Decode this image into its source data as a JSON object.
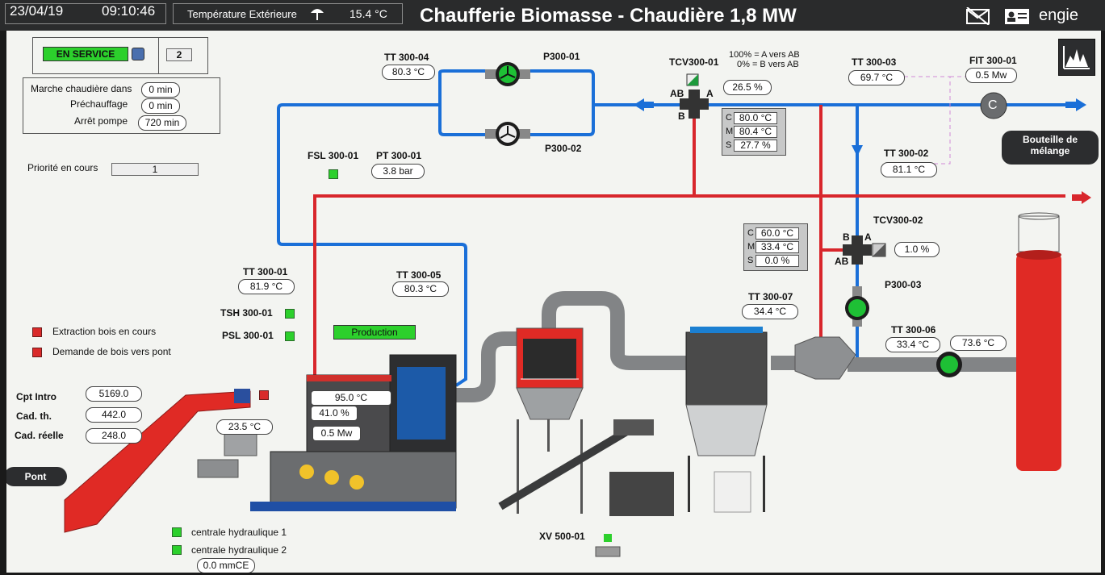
{
  "header": {
    "date": "23/04/19",
    "time": "09:10:46",
    "outdoor_label": "Température Extérieure",
    "outdoor_temp": "15.4 °C",
    "title": "Chaufferie Biomasse - Chaudière 1,8 MW",
    "user": "engie"
  },
  "status": {
    "state": "EN SERVICE",
    "count": "2",
    "rows": [
      {
        "label": "Marche chaudière dans",
        "value": "0 min"
      },
      {
        "label": "Préchauffage",
        "value": "0 min"
      },
      {
        "label": "Arrêt pompe",
        "value": "720 min"
      }
    ],
    "priority_label": "Priorité en cours",
    "priority_value": "1"
  },
  "left_panel": {
    "alarms": [
      "Extraction bois en cours",
      "Demande de bois vers pont"
    ],
    "counters": [
      {
        "label": "Cpt Intro",
        "value": "5169.0"
      },
      {
        "label": "Cad. th.",
        "value": "442.0"
      },
      {
        "label": "Cad. réelle",
        "value": "248.0"
      }
    ],
    "pont_label": "Pont",
    "hydraulics": [
      "centrale hydraulique 1",
      "centrale hydraulique 2"
    ],
    "mmce": "0.0 mmCE"
  },
  "sensors": {
    "tt300_04": {
      "label": "TT 300-04",
      "value": "80.3 °C"
    },
    "p300_01": "P300-01",
    "p300_02": "P300-02",
    "tcv300_01": {
      "label": "TCV300-01",
      "value": "26.5 %",
      "legend_a": "100% = A vers AB",
      "legend_b": "0% = B vers AB"
    },
    "tt300_03": {
      "label": "TT 300-03",
      "value": "69.7 °C"
    },
    "fit300_01": {
      "label": "FIT 300-01",
      "value": "0.5 Mw"
    },
    "fsl300_01": "FSL 300-01",
    "pt300_01": {
      "label": "PT 300-01",
      "value": "3.8 bar"
    },
    "tt300_02": {
      "label": "TT 300-02",
      "value": "81.1 °C"
    },
    "tcv300_02": {
      "label": "TCV300-02",
      "value": "1.0 %"
    },
    "tt300_01": {
      "label": "TT 300-01",
      "value": "81.9 °C"
    },
    "tt300_05": {
      "label": "TT 300-05",
      "value": "80.3 °C"
    },
    "tsh300_01": "TSH 300-01",
    "psl300_01": "PSL 300-01",
    "p300_03": "P300-03",
    "tt300_07": {
      "label": "TT 300-07",
      "value": "34.4 °C"
    },
    "tt300_06": {
      "label": "TT 300-06",
      "value": "33.4 °C"
    },
    "stack_temp": "73.6 °C",
    "xv500_01": "XV 500-01"
  },
  "cms1": {
    "c": "80.0 °C",
    "m": "80.4 °C",
    "s": "27.7 %"
  },
  "cms2": {
    "c": "60.0 °C",
    "m": "33.4 °C",
    "s": "0.0 %"
  },
  "boiler": {
    "production_label": "Production",
    "temp": "95.0 °C",
    "percent": "41.0 %",
    "power": "0.5 Mw",
    "feeder_temp": "23.5 °C"
  },
  "bouteille_label": "Bouteille de mélange",
  "valve_labels": {
    "a": "A",
    "b": "B",
    "ab": "AB",
    "c": "C",
    "m": "M",
    "s": "S",
    "flow_c": "C"
  },
  "colors": {
    "hot_pipe": "#d8262c",
    "cold_pipe": "#1a6fd8",
    "indicator_green": "#2cd02c",
    "alarm_red": "#d92a2a",
    "equipment_red": "#e02a25"
  }
}
